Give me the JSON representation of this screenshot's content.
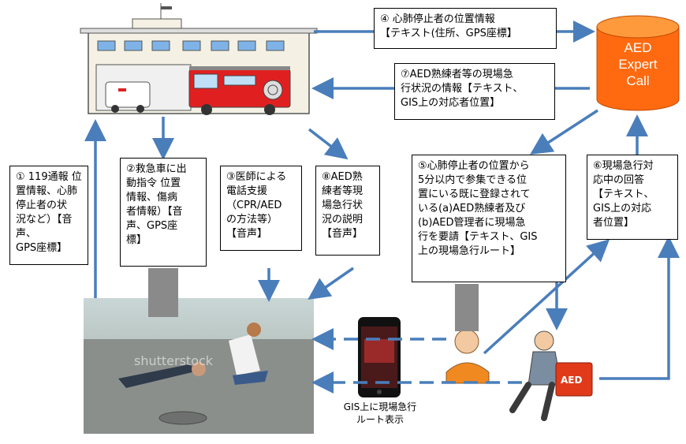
{
  "arrows": {
    "msg4": "④ 心肺停止者の位置情報\n【テキスト(住所、GPS座標】",
    "msg7": "⑦AED熟練者等の現場急\n行状況の情報【テキスト、\nGIS上の対応者位置】"
  },
  "aed_server": {
    "line1": "AED",
    "line2": "Expert",
    "line3": "Call"
  },
  "steps": {
    "s1": "① 119通報 位\n置情報、心肺\n停止者の状\n況など）【音声、\nGPS座標】",
    "s2": "②救急車に出\n動指令 位置\n情報、傷病\n者情報）【音\n声、GPS座\n標】",
    "s3": "③医師による\n電話支援\n（CPR/AED\nの方法等）\n【音声】",
    "s8": "⑧AED熟\n練者等現\n場急行状\n況の説明\n【音声】",
    "s5": "⑤心肺停止者の位置から\n5分以内で参集できる位\n置にいる既に登録されて\nいる(a)AED熟練者及び\n(b)AED管理者に現場急\n行を要請【テキスト、GIS\n上の現場急行ルート】",
    "s6": "⑥現場急行対\n応中の回答\n【テキスト、\nGIS上の対応\n者位置】"
  },
  "phone_caption": "GIS上に現場急行\nルート表示",
  "photo": {
    "watermark": "shutterstock"
  },
  "aed_case": {
    "label": "AED"
  },
  "colors": {
    "arrow": "#4a7ebb",
    "server_top": "#ff9a3c",
    "server_body": "#ff6a10",
    "fire_truck": "#e02020"
  }
}
